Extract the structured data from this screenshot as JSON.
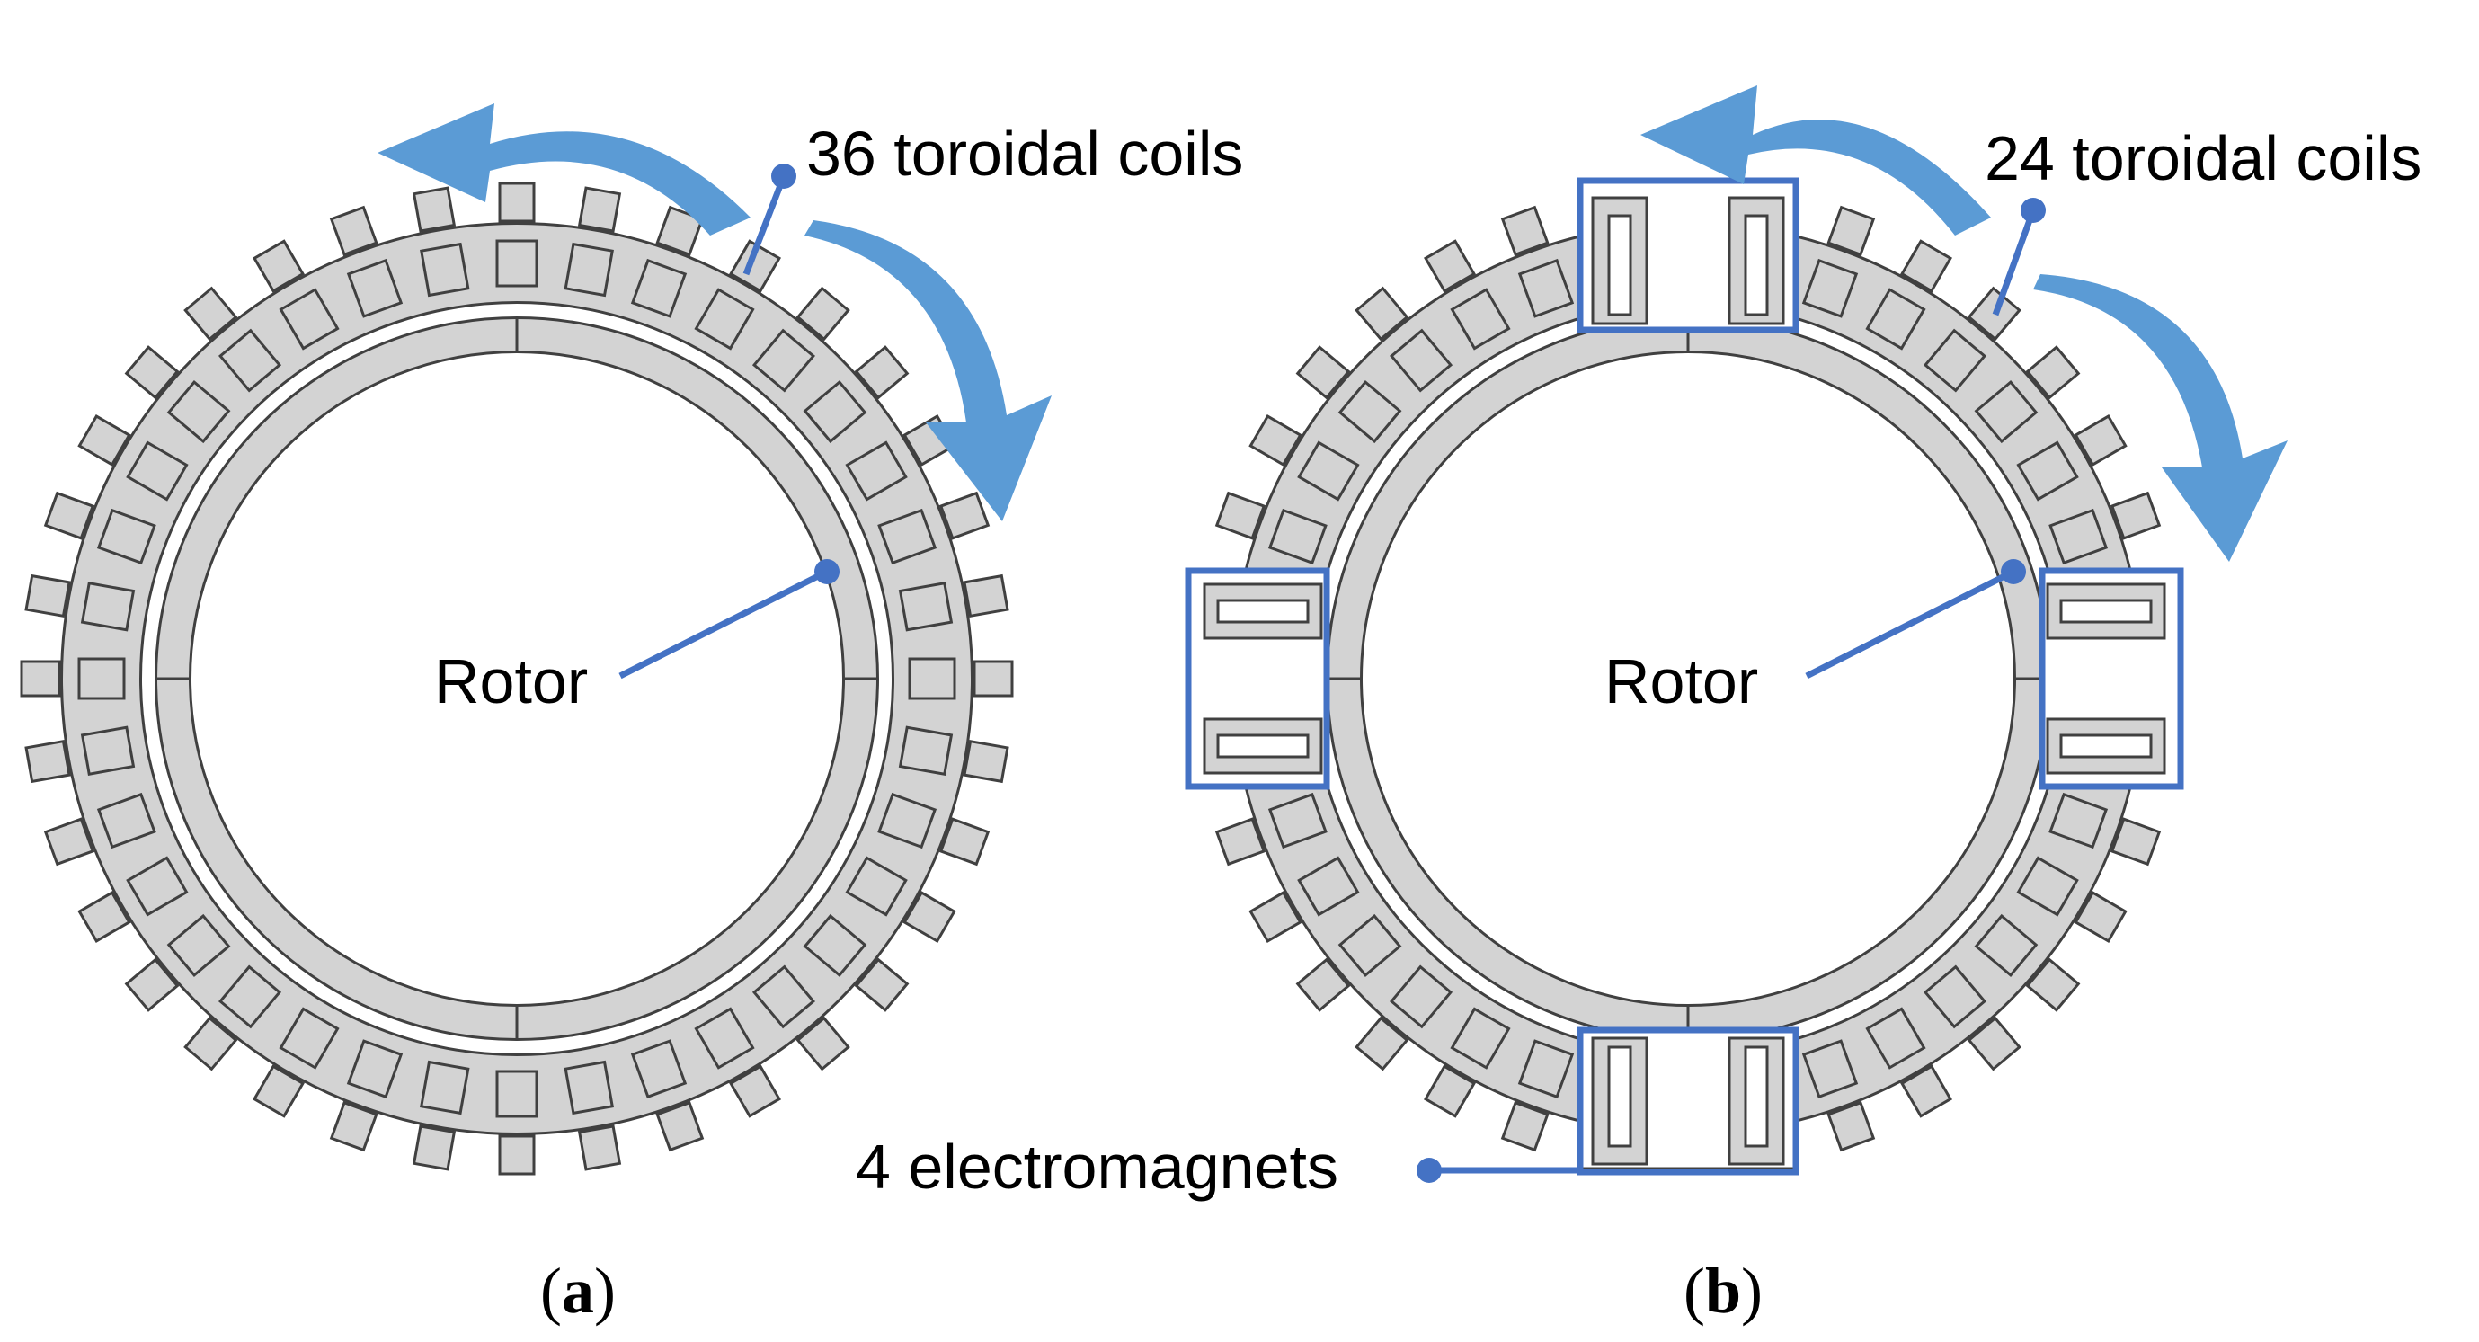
{
  "panel_a": {
    "coils_label": "36 toroidal coils",
    "coil_count": 36,
    "rotor_label": "Rotor",
    "caption_open": "(",
    "caption_letter": "a",
    "caption_close": ")"
  },
  "panel_b": {
    "coils_label": "24 toroidal coils",
    "coil_count": 24,
    "rotor_label": "Rotor",
    "electromagnets_label": "4 electromagnets",
    "electromagnet_count": 4,
    "caption_open": "(",
    "caption_letter": "b",
    "caption_close": ")"
  },
  "colors": {
    "annotation_blue": "#4472C4",
    "arrow_blue": "#5B9BD5",
    "part_fill": "#D3D3D3",
    "part_stroke": "#404040"
  }
}
